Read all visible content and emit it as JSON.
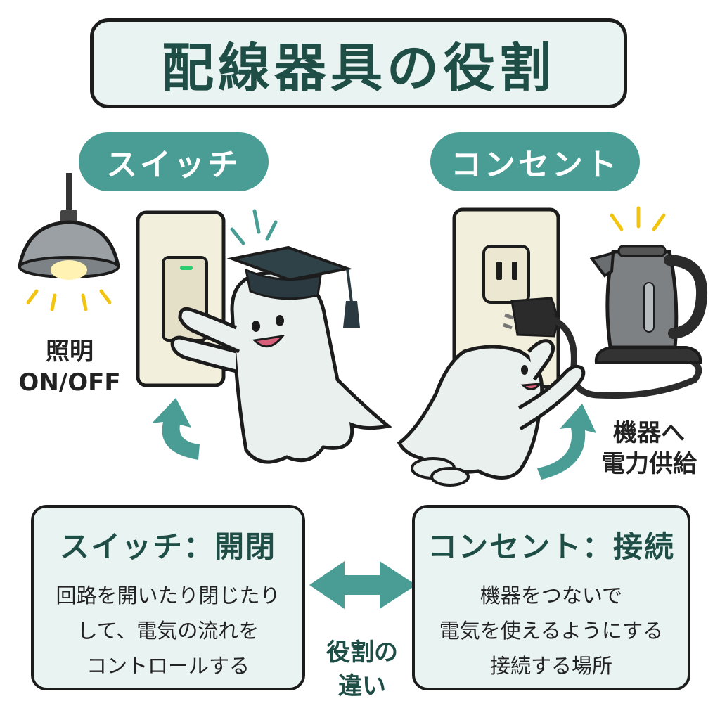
{
  "title": "配線器具の役割",
  "switch": {
    "label": "スイッチ",
    "light_label_1": "照明",
    "light_label_2": "ON/OFF",
    "card_title": "スイッチ：開閉",
    "card_lines": [
      "回路を開いたり閉じたり",
      "して、電気の流れを",
      "コントロールする"
    ]
  },
  "outlet": {
    "label": "コンセント",
    "device_label_1": "機器へ",
    "device_label_2": "電力供給",
    "card_title": "コンセント：接続",
    "card_lines": [
      "機器をつないで",
      "電気を使えるようにする",
      "接続する場所"
    ]
  },
  "center": {
    "label_1": "役割の",
    "label_2": "違い"
  },
  "colors": {
    "teal": "#4a9d95",
    "dark_teal": "#1f4e47",
    "card_bg": "#e9f3f1"
  }
}
